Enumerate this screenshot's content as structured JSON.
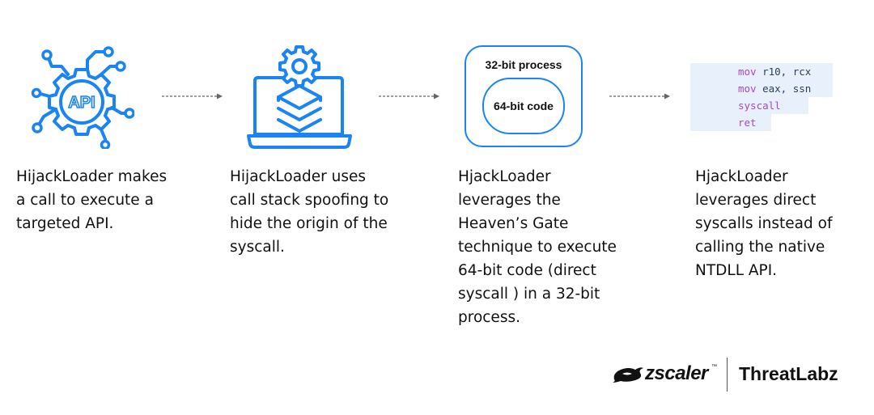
{
  "steps": [
    {
      "id": "api-call",
      "icon": "api-gear-icon",
      "lines": [
        "HijackLoader makes",
        "a call to execute a",
        "targeted API."
      ]
    },
    {
      "id": "stack-spoofing",
      "icon": "laptop-gear-layers-icon",
      "lines": [
        "HijackLoader uses",
        "call stack spoofing to",
        "hide the origin of the",
        "syscall."
      ]
    },
    {
      "id": "heavens-gate",
      "icon": "process-box-icon",
      "lines": [
        "HjackLoader",
        "leverages the",
        "Heaven’s Gate",
        "technique to execute",
        "64-bit code (direct",
        "syscall ) in a 32-bit",
        "process."
      ]
    },
    {
      "id": "direct-syscalls",
      "icon": "assembly-code-icon",
      "lines": [
        "HjackLoader",
        "leverages direct",
        "syscalls instead of",
        "calling the native",
        "NTDLL API."
      ]
    }
  ],
  "api_icon_label": "API",
  "process_box": {
    "outer_label": "32-bit process",
    "inner_label": "64-bit code"
  },
  "assembly": [
    {
      "op": "mov",
      "args": " r10, rcx"
    },
    {
      "op": "mov",
      "args": " eax, ssn"
    },
    {
      "op": "syscall",
      "args": ""
    },
    {
      "op": "ret",
      "args": ""
    }
  ],
  "branding": {
    "vendor": "zscaler",
    "trademark": "™",
    "product": "ThreatLabz"
  },
  "colors": {
    "accent_blue": "#1a84f5",
    "keyword_purple": "#a649c9",
    "code_background": "#e7f0fb",
    "arrow_gray": "#666666"
  }
}
